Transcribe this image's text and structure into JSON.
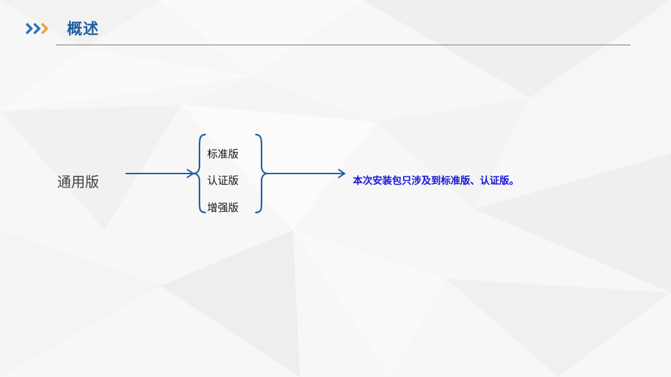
{
  "header": {
    "title": "概述"
  },
  "diagram": {
    "source": "通用版",
    "editions": [
      "标准版",
      "认证版",
      "增强版"
    ],
    "note": "本次安装包只涉及到标准版、认证版。"
  },
  "colors": {
    "title": "#1f5f9f",
    "connector": "#1f5f9f",
    "note": "#1515d8",
    "chevron_orange": "#f0a030",
    "chevron_blue": "#2a6fb5"
  }
}
